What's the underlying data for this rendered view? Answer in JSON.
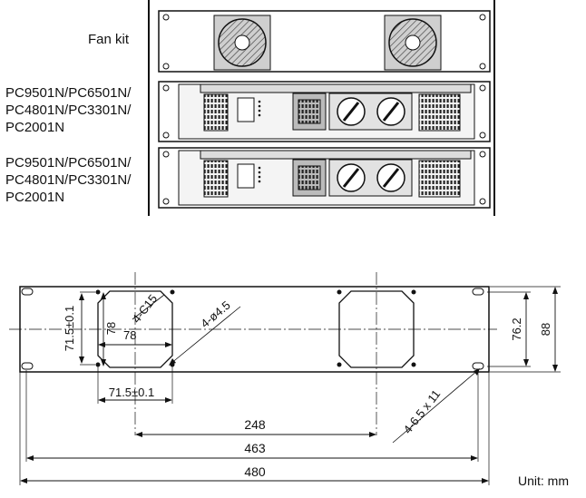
{
  "rack": {
    "fan_kit_label": "Fan kit",
    "amp1_lines": [
      "PC9501N/PC6501N/",
      "PC4801N/PC3301N/",
      "PC2001N"
    ],
    "amp2_lines": [
      "PC9501N/PC6501N/",
      "PC4801N/PC3301N/",
      "PC2001N"
    ]
  },
  "drawing": {
    "dim_corner": "4-C15",
    "dim_hole": "4-ø4.5",
    "dim_slot": "4-6.5 x 11",
    "dim_71_5_vertical": "71.5±0.1",
    "dim_78_vertical": "78",
    "dim_78_horizontal": "78",
    "dim_71_5_horizontal": "71.5±0.1",
    "dim_76_2": "76.2",
    "dim_88": "88",
    "dim_248": "248",
    "dim_463": "463",
    "dim_480": "480",
    "unit_label": "Unit: mm"
  }
}
